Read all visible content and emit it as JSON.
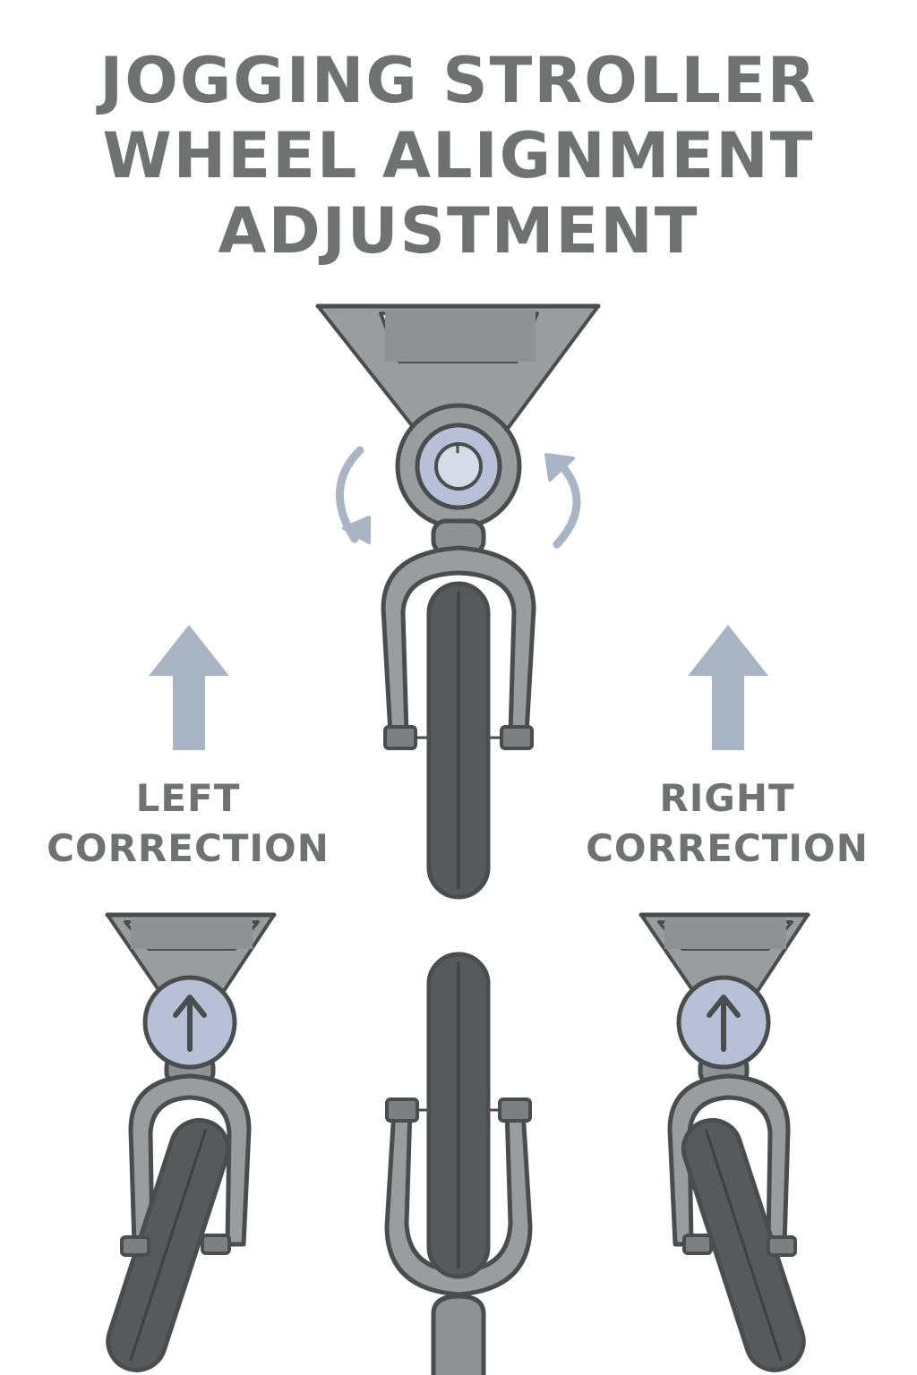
{
  "title": {
    "line1": "JOGGING STROLLER",
    "line2": "WHEEL ALIGNMENT",
    "line3": "ADJUSTMENT"
  },
  "labels": {
    "left_line1": "LEFT",
    "left_line2": "CORRECTION",
    "right_line1": "RIGHT",
    "right_line2": "CORRECTION"
  },
  "icons": {
    "rotate_left": "rotate-counterclockwise-arrow-icon",
    "rotate_right": "rotate-clockwise-arrow-icon",
    "direction_up": "up-arrow-icon"
  },
  "colors": {
    "outline": "#4a4d4e",
    "frame": "#9a9d9e",
    "bar": "#8f9293",
    "hub": "#b7c0d6",
    "tire": "#575a5c",
    "arrow": "#a9b4c4",
    "text": "#707272"
  }
}
